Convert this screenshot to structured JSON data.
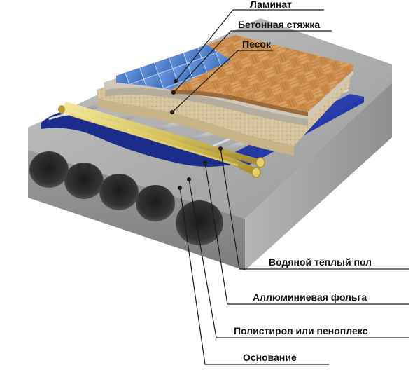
{
  "labels": {
    "laminate": "Ламинат",
    "screed": "Бетонная стяжка",
    "sand": "Песок",
    "water_floor": "Водяной тёплый пол",
    "foil": "Аллюминиевая фольга",
    "polystyrene": "Полистирол или пеноплекс",
    "base": "Основание"
  },
  "colors": {
    "concrete": "#a9a9a9",
    "insulation": "#2a3fb0",
    "sand": "#d8c8a6",
    "screed": "#c9c2b4",
    "laminate": "#c58a4e",
    "tile": "#4f7fc9",
    "pipe": "#d9c766"
  }
}
